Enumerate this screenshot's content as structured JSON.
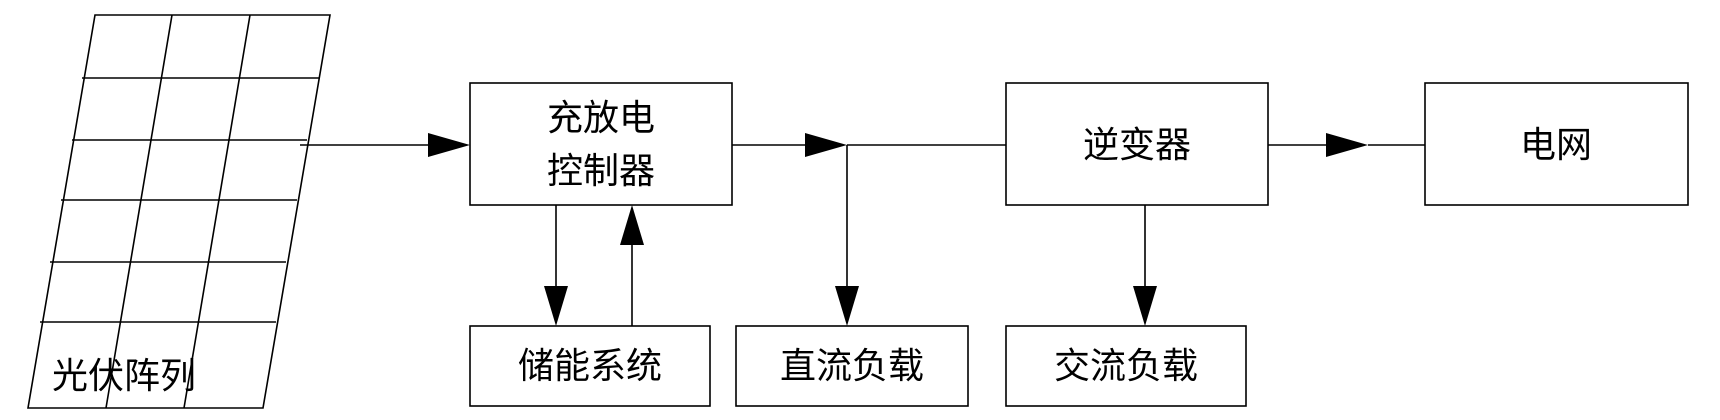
{
  "diagram": {
    "pv_array": {
      "label": "光伏阵列"
    },
    "charge_controller": {
      "label_line1": "充放电",
      "label_line2": "控制器"
    },
    "storage_system": {
      "label": "储能系统"
    },
    "dc_load": {
      "label": "直流负载"
    },
    "inverter": {
      "label": "逆变器"
    },
    "ac_load": {
      "label": "交流负载"
    },
    "grid": {
      "label": "电网"
    }
  }
}
